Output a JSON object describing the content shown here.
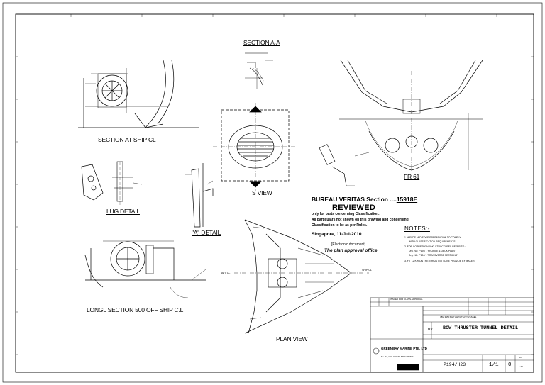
{
  "views": {
    "section_aa": "SECTION A-A",
    "section_ship_cl": "SECTION AT SHIP CL",
    "s_view": "S VIEW",
    "fr_61": "FR 61",
    "lug_detail": "LUG DETAIL",
    "a_detail": "\"A\" DETAIL",
    "longl_section": "LONGL SECTION 500 OFF SHIP C.L",
    "plan_view": "PLAN VIEW"
  },
  "stamp": {
    "org_prefix": "BUREAU VERITAS Section ....",
    "org_number": "15918E",
    "status": "REVIEWED",
    "line1": "only for parts concerning Classification.",
    "line2": "All particulars not shown on this drawing and concerning",
    "line3": "Classification to be as per Rules.",
    "date": "Singapore,  11-Jul-2010",
    "electronic": "[Electronic document]",
    "office": "The plan approval office"
  },
  "notes": {
    "title": "NOTES:-",
    "items": [
      "1. WELDS AND EDGE PREPARATION TO COMPLY",
      "WITH CLASSIFICATION REQUIREMENTS.",
      "2. FOR CORRESPONDING STRUCTURES REFER TO :-",
      "Drg. NO. P194/ - 'PROFILE & DECK PLAN'",
      "Drg. NO. P194/ - 'TRANSVERSE SECTIONS'",
      "3. FIT 12 KW ON THE THRUSTER TO BE PROVIDE BY MAKER."
    ]
  },
  "labels": {
    "ship_cl": "SHIP CL",
    "aft_cl": "AFT CL"
  },
  "title_block": {
    "vessel": "38M 3150 BHP AHT/UTILITY VESSEL",
    "title": "BOW THRUSTER TUNNEL DETAIL",
    "class_short": "BV",
    "company": "GREENBAY MARINE PTE. LTD",
    "address_line": "No. 22, GUL ROAD, SINGAPORE",
    "drawing_no": "P194/H23",
    "sheet": "1/1",
    "rev": "0",
    "size_label": "A3",
    "scale": "1:40",
    "revision_note": "ISSUED FOR CLASS APPROVAL"
  }
}
